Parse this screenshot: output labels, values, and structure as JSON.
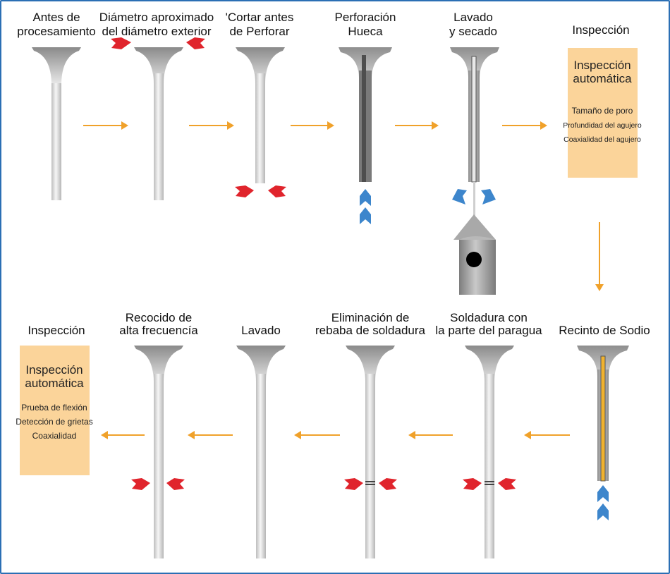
{
  "top_row": {
    "steps": [
      {
        "line1": "Antes de",
        "line2": "procesamiento"
      },
      {
        "line1": "Diámetro aproximado",
        "line2": "del diámetro exterior"
      },
      {
        "line1": "'Cortar antes",
        "line2": "de Perforar"
      },
      {
        "line1": "Perforación",
        "line2": "Hueca"
      },
      {
        "line1": "Lavado",
        "line2": "y secado"
      },
      {
        "line1": "Inspección",
        "line2": ""
      }
    ],
    "inspection_box": {
      "title_line1": "Inspección",
      "title_line2": "automática",
      "items": [
        "Tamaño de poro",
        "Profundidad del agujero",
        "Coaxialidad del agujero"
      ]
    }
  },
  "bottom_row": {
    "steps": [
      {
        "line1": "Inspección",
        "line2": ""
      },
      {
        "line1": "Recocido de",
        "line2": "alta frecuencía"
      },
      {
        "line1": "Lavado",
        "line2": ""
      },
      {
        "line1": "Eliminación de",
        "line2": "rebaba de soldadura"
      },
      {
        "line1": "Soldadura con",
        "line2": "la parte del paragua"
      },
      {
        "line1": "Recinto de Sodio",
        "line2": ""
      }
    ],
    "inspection_box": {
      "title_line1": "Inspección",
      "title_line2": "automática",
      "items": [
        "Prueba de flexión",
        "Detección de grietas",
        "Coaxialidad"
      ]
    }
  },
  "colors": {
    "frame": "#2b6fb4",
    "arrow": "#f0a12a",
    "red_tool": "#e0242c",
    "blue_tool": "#3d86cc",
    "box_fill": "#fbd49a",
    "valve_light": "#e0e0e0",
    "valve_dark": "#6c6c6c"
  }
}
